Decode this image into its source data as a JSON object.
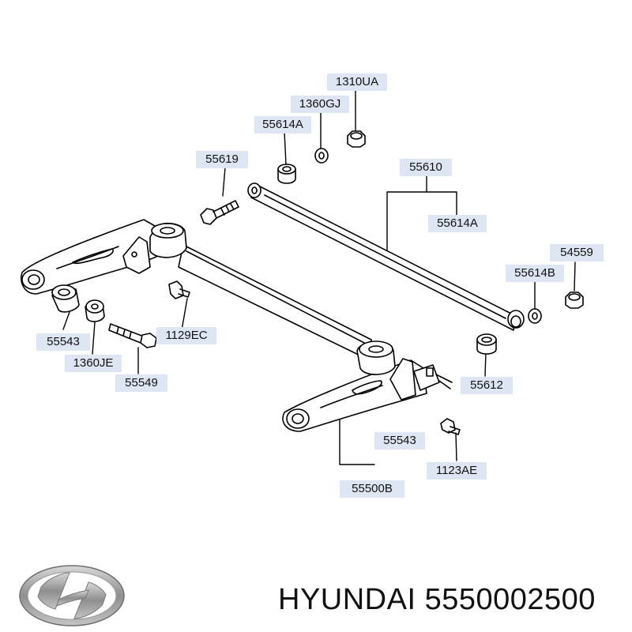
{
  "part_labels": {
    "p1310UA": "1310UA",
    "p1360GJ": "1360GJ",
    "p55614A_top": "55614A",
    "p55619": "55619",
    "p55610": "55610",
    "p55614A_right": "55614A",
    "p54559": "54559",
    "p55614B": "55614B",
    "p1129EC": "1129EC",
    "p55543_left": "55543",
    "p1360JE": "1360JE",
    "p55549": "55549",
    "p55612": "55612",
    "p55543_bottom": "55543",
    "p1123AE": "1123AE",
    "p55500B": "55500B"
  },
  "caption": {
    "brand_part": "HYUNDAI 5550002500"
  },
  "colors": {
    "label_bg": "#dde6f2",
    "line": "#000000",
    "logo_metal": "#9a9a9a"
  }
}
